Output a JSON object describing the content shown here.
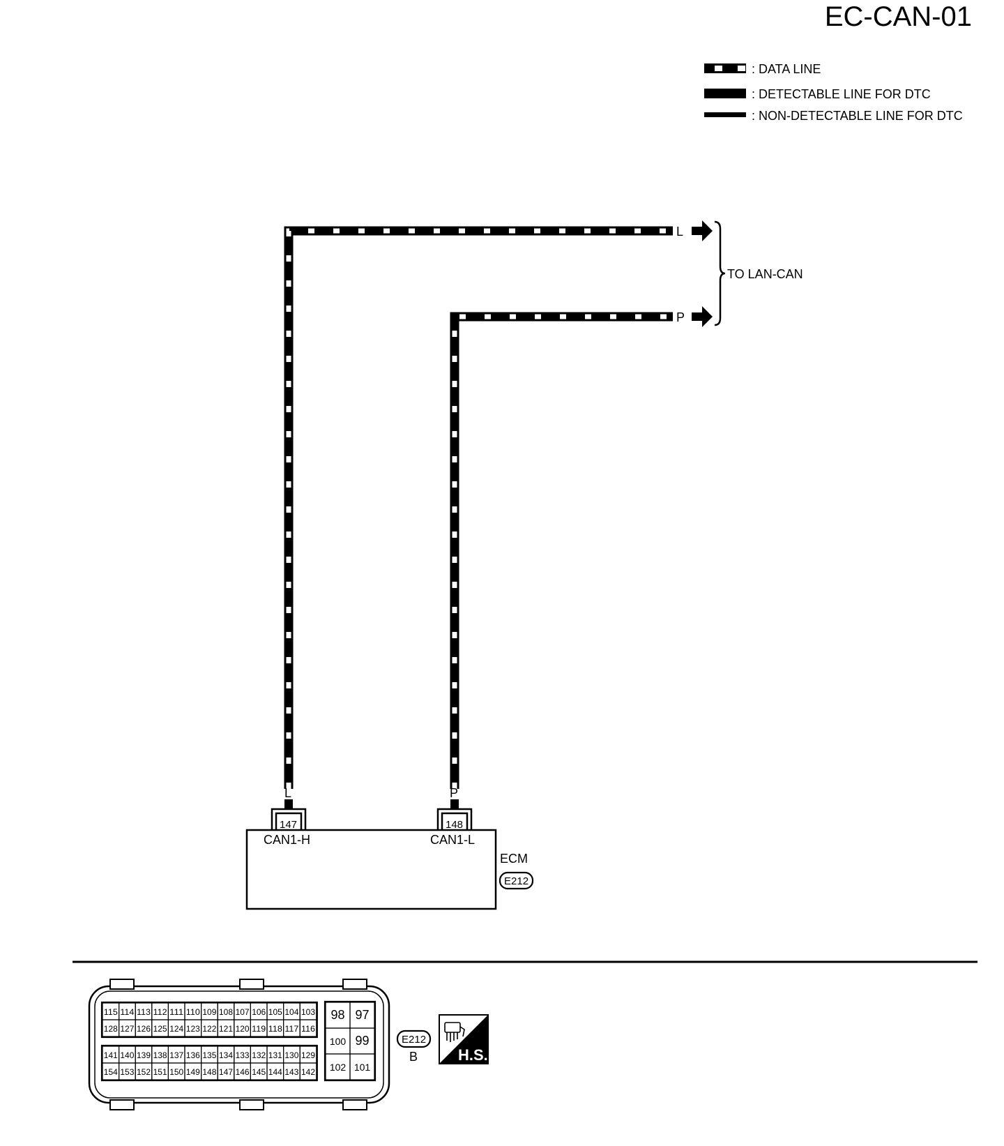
{
  "title": "EC-CAN-01",
  "legend": [
    {
      "label": ": DATA LINE",
      "style": "data"
    },
    {
      "label": ": DETECTABLE LINE FOR DTC",
      "style": "detectable"
    },
    {
      "label": ": NON-DETECTABLE LINE FOR DTC",
      "style": "nondetectable"
    }
  ],
  "destination": "TO LAN-CAN",
  "wires": [
    {
      "color_code": "L",
      "pin": "147",
      "pin_name": "CAN1-H"
    },
    {
      "color_code": "P",
      "pin": "148",
      "pin_name": "CAN1-L"
    }
  ],
  "unit": {
    "name": "ECM",
    "connector": "E212"
  },
  "connector_view": {
    "connector": "E212",
    "color": "B",
    "icon": "harness-side-icon",
    "icon_text": "H.S.",
    "rows": [
      [
        "115",
        "114",
        "113",
        "112",
        "111",
        "110",
        "109",
        "108",
        "107",
        "106",
        "105",
        "104",
        "103"
      ],
      [
        "128",
        "127",
        "126",
        "125",
        "124",
        "123",
        "122",
        "121",
        "120",
        "119",
        "118",
        "117",
        "116"
      ],
      [
        "141",
        "140",
        "139",
        "138",
        "137",
        "136",
        "135",
        "134",
        "133",
        "132",
        "131",
        "130",
        "129"
      ],
      [
        "154",
        "153",
        "152",
        "151",
        "150",
        "149",
        "148",
        "147",
        "146",
        "145",
        "144",
        "143",
        "142"
      ]
    ],
    "side_rows": [
      [
        "98",
        "97"
      ],
      [
        "100",
        "99"
      ],
      [
        "102",
        "101"
      ]
    ]
  }
}
